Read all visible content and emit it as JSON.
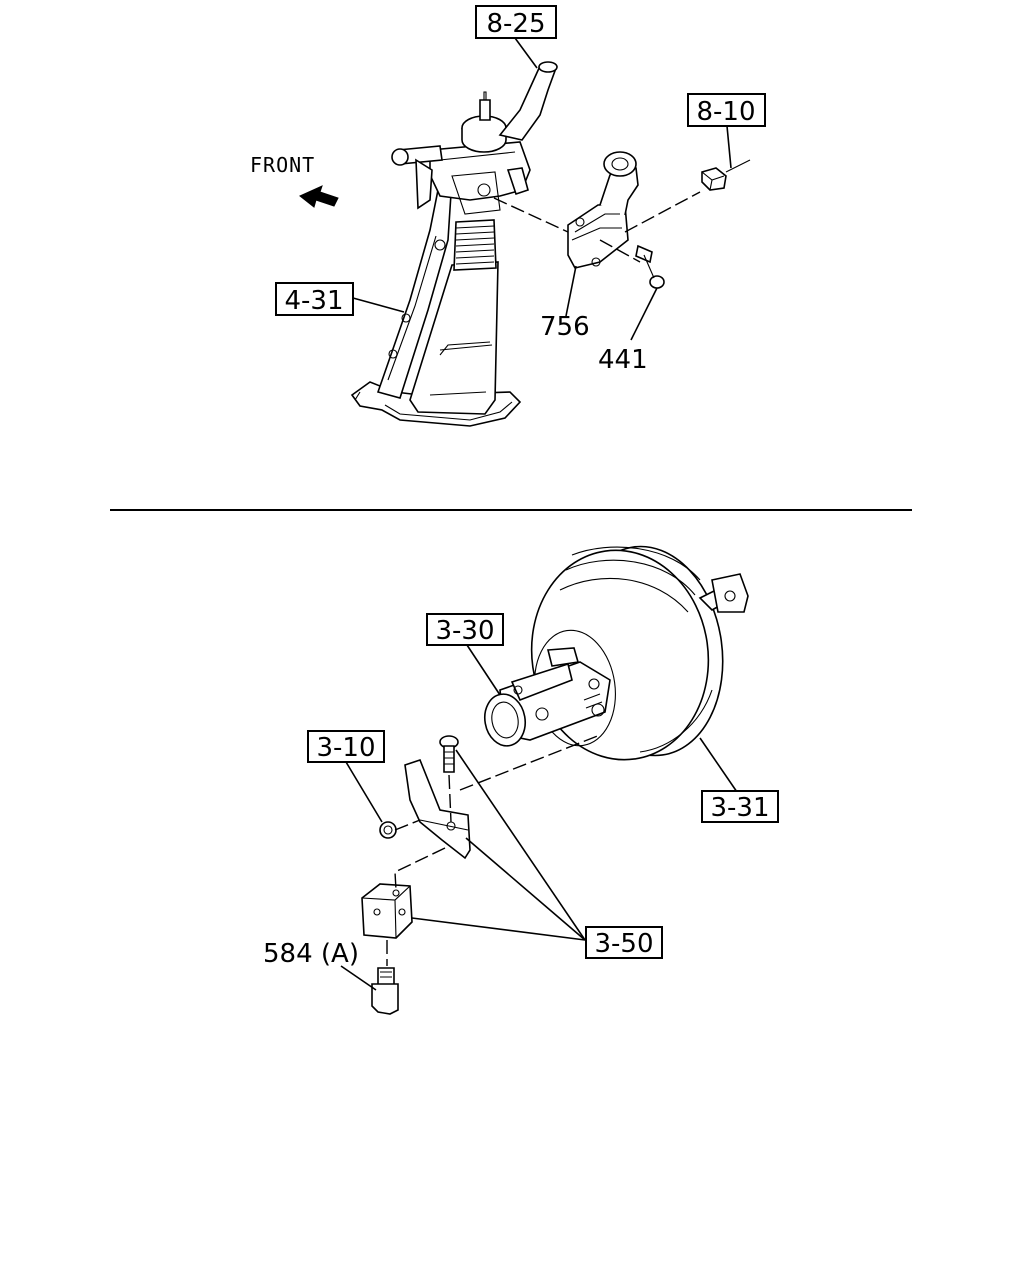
{
  "upper_diagram": {
    "front_label": "FRONT",
    "callouts": {
      "c825": "8-25",
      "c810": "8-10",
      "c431": "4-31",
      "c756": "756",
      "c441": "441"
    }
  },
  "lower_diagram": {
    "callouts": {
      "c330": "3-30",
      "c310": "3-10",
      "c331": "3-31",
      "c350": "3-50",
      "c584": "584 (A)"
    }
  }
}
